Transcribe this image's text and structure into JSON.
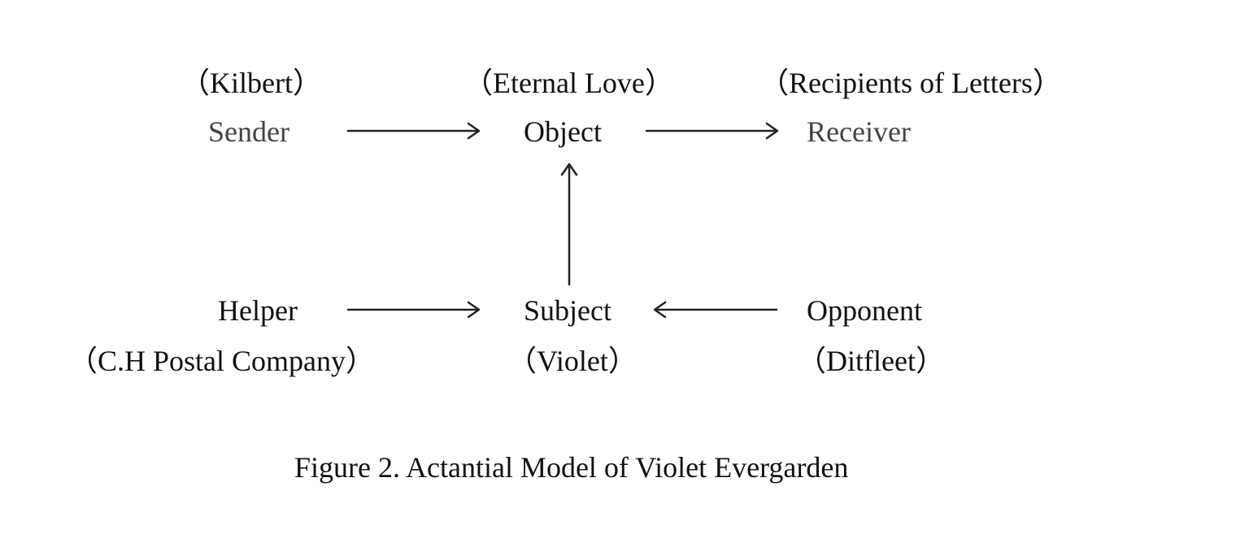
{
  "diagram": {
    "top_row": {
      "sender": {
        "label": "Sender",
        "note": "（Kilbert）"
      },
      "object": {
        "label": "Object",
        "note": "（Eternal Love）"
      },
      "receiver": {
        "label": "Receiver",
        "note": "（Recipients of Letters）"
      }
    },
    "bottom_row": {
      "helper": {
        "label": "Helper",
        "note": "（C.H Postal Company）"
      },
      "subject": {
        "label": "Subject",
        "note": "（Violet）"
      },
      "opponent": {
        "label": "Opponent",
        "note": "（Ditfleet）"
      }
    },
    "colors": {
      "text": "#111111",
      "muted_text": "#444444",
      "arrow": "#222222"
    }
  },
  "caption": "Figure 2. Actantial Model of Violet Evergarden"
}
